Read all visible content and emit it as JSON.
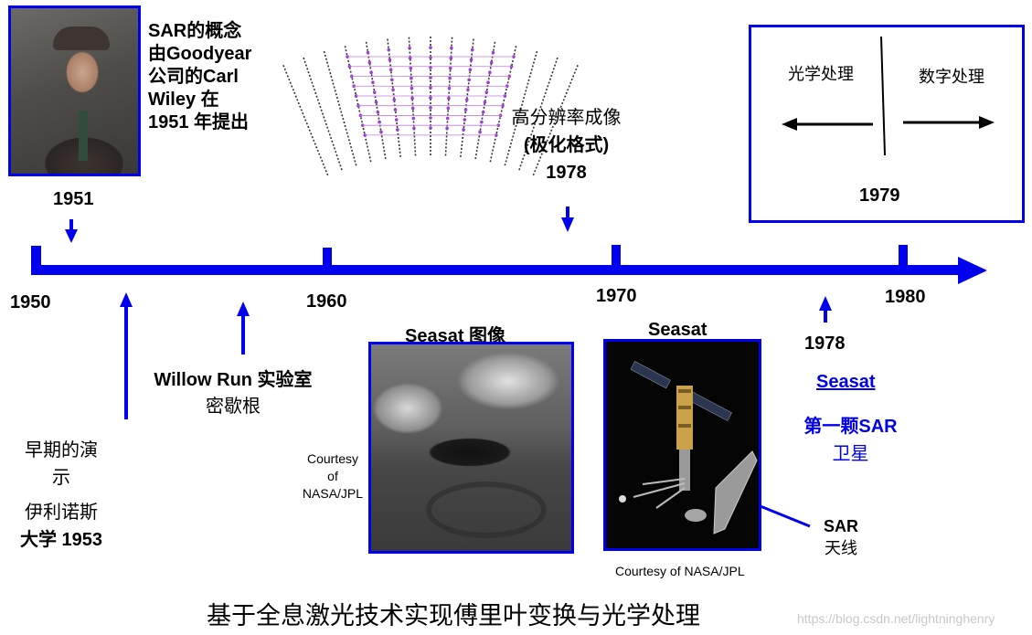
{
  "sar_concept": {
    "text_lines": [
      "SAR的概念",
      "由Goodyear",
      "公司的Carl",
      "Wiley 在",
      "1951 年提出"
    ],
    "year": "1951"
  },
  "polar_format": {
    "title": "高分辨率成像",
    "subtitle": "(极化格式)",
    "year": "1978"
  },
  "processing_box": {
    "left_label": "光学处理",
    "right_label": "数字处理",
    "year": "1979"
  },
  "timeline": {
    "ticks": [
      "1950",
      "1960",
      "1970",
      "1980"
    ]
  },
  "early_demo": {
    "line1": "早期的演",
    "line2": "示",
    "line3": "伊利诺斯",
    "line4": "大学 1953"
  },
  "willow_run": {
    "line1": "Willow Run 实验室",
    "line2": "密歇根"
  },
  "seasat_image": {
    "title": "Seasat 图像",
    "courtesy": [
      "Courtesy",
      "of",
      "NASA/JPL"
    ]
  },
  "seasat_satellite": {
    "title": "Seasat",
    "courtesy": "Courtesy of NASA/JPL",
    "antenna_label_1": "SAR",
    "antenna_label_2": "天线"
  },
  "seasat_launch": {
    "year": "1978",
    "link": "Seasat",
    "line1": "第一颗SAR",
    "line2": "卫星"
  },
  "footer": {
    "caption": "基于全息激光技术实现傅里叶变换与光学处理",
    "watermark": "https://blog.csdn.net/lightninghenry"
  },
  "colors": {
    "accent": "#0000ee"
  }
}
